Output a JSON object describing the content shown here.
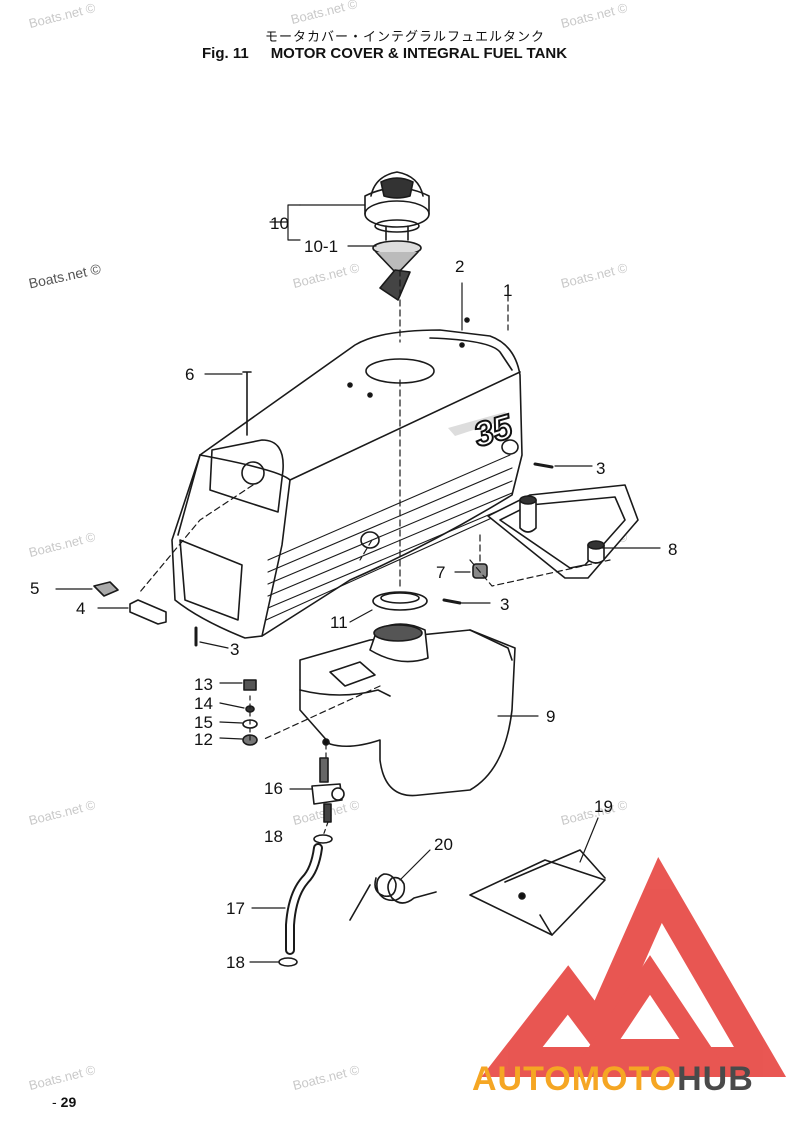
{
  "title": {
    "japanese": "モータカバー・インテグラルフュエルタンク",
    "figure": "Fig. 11",
    "english": "MOTOR COVER & INTEGRAL FUEL TANK"
  },
  "page_number": "29",
  "watermark": "Boats.net ©",
  "brand": {
    "part1": "AUTO",
    "part2": "MOTO",
    "part3": "HUB",
    "colors": {
      "logo_red": "#e53935",
      "text_orange": "#f5a623",
      "text_gray": "#4a4a4a"
    }
  },
  "callouts": {
    "c10": "10",
    "c10_1": "10-1",
    "c2": "2",
    "c1": "1",
    "c6": "6",
    "c3a": "3",
    "c8": "8",
    "c7": "7",
    "c3b": "3",
    "c5": "5",
    "c4": "4",
    "c11": "11",
    "c3c": "3",
    "c13": "13",
    "c14": "14",
    "c15": "15",
    "c12": "12",
    "c9": "9",
    "c16": "16",
    "c18a": "18",
    "c19": "19",
    "c20": "20",
    "c17": "17",
    "c18b": "18"
  },
  "cover_decal": "35"
}
